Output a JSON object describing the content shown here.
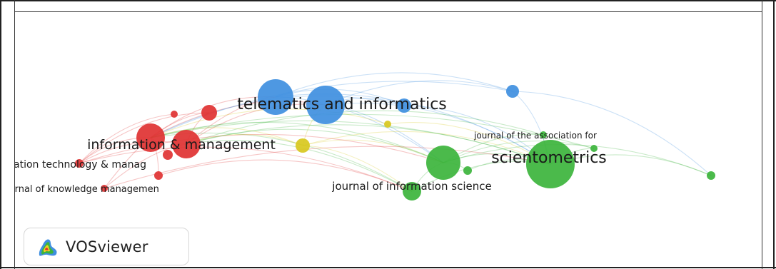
{
  "network": {
    "nodes": [
      {
        "id": "telematics",
        "label": "telematics and informatics",
        "cluster": "blue",
        "weight": 9
      },
      {
        "id": "information-management",
        "label": "information & management",
        "cluster": "red",
        "weight": 8
      },
      {
        "id": "information-technology",
        "label": "ation technology & manag",
        "cluster": "red",
        "weight": 4
      },
      {
        "id": "knowledge-management",
        "label": "ırnal of knowledge managemen",
        "cluster": "red",
        "weight": 3
      },
      {
        "id": "scientometrics",
        "label": "scientometrics",
        "cluster": "green",
        "weight": 10
      },
      {
        "id": "jasist",
        "label": "journal of the association for",
        "cluster": "green",
        "weight": 3
      },
      {
        "id": "jis",
        "label": "journal of information science",
        "cluster": "green",
        "weight": 5
      }
    ],
    "clusters": {
      "red": "#e03232",
      "green": "#3cb43c",
      "blue": "#3f8fe0",
      "yellow": "#d8c81e"
    }
  },
  "logo": {
    "text": "VOSviewer"
  }
}
